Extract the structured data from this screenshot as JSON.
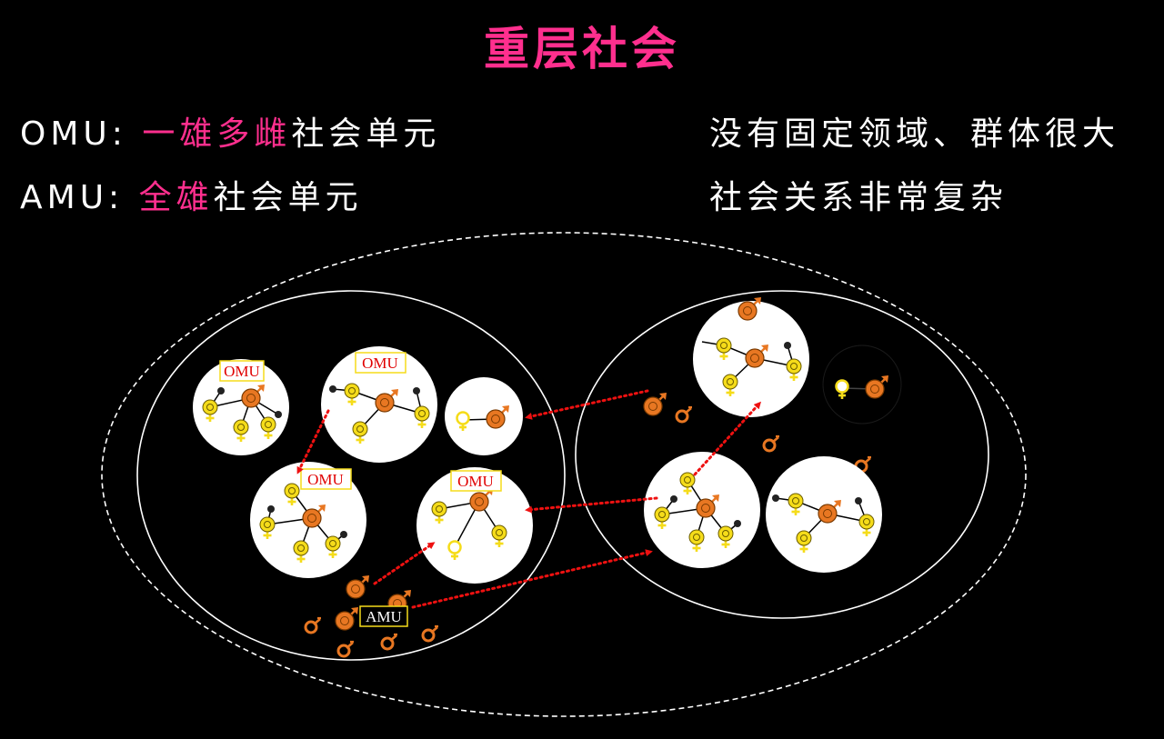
{
  "title": "重层社会",
  "left_text": {
    "line1": {
      "prefix": "OMU: ",
      "highlight": "一雄多雌",
      "suffix": "社会单元"
    },
    "line2": {
      "prefix": "AMU: ",
      "highlight": "全雄",
      "suffix": "社会单元"
    }
  },
  "right_text": {
    "line1": "没有固定领域、群体很大",
    "line2": "社会关系非常复杂"
  },
  "diagram_labels": {
    "omu": "OMU",
    "amu": "AMU"
  },
  "colors": {
    "accent_pink": "#ff2f8e",
    "male": "#e87722",
    "female": "#f5dc1a",
    "arrow": "#ee1111",
    "label_red": "#e00000"
  },
  "icons": [
    "male-symbol-icon",
    "female-symbol-icon",
    "infant-dot-icon"
  ]
}
